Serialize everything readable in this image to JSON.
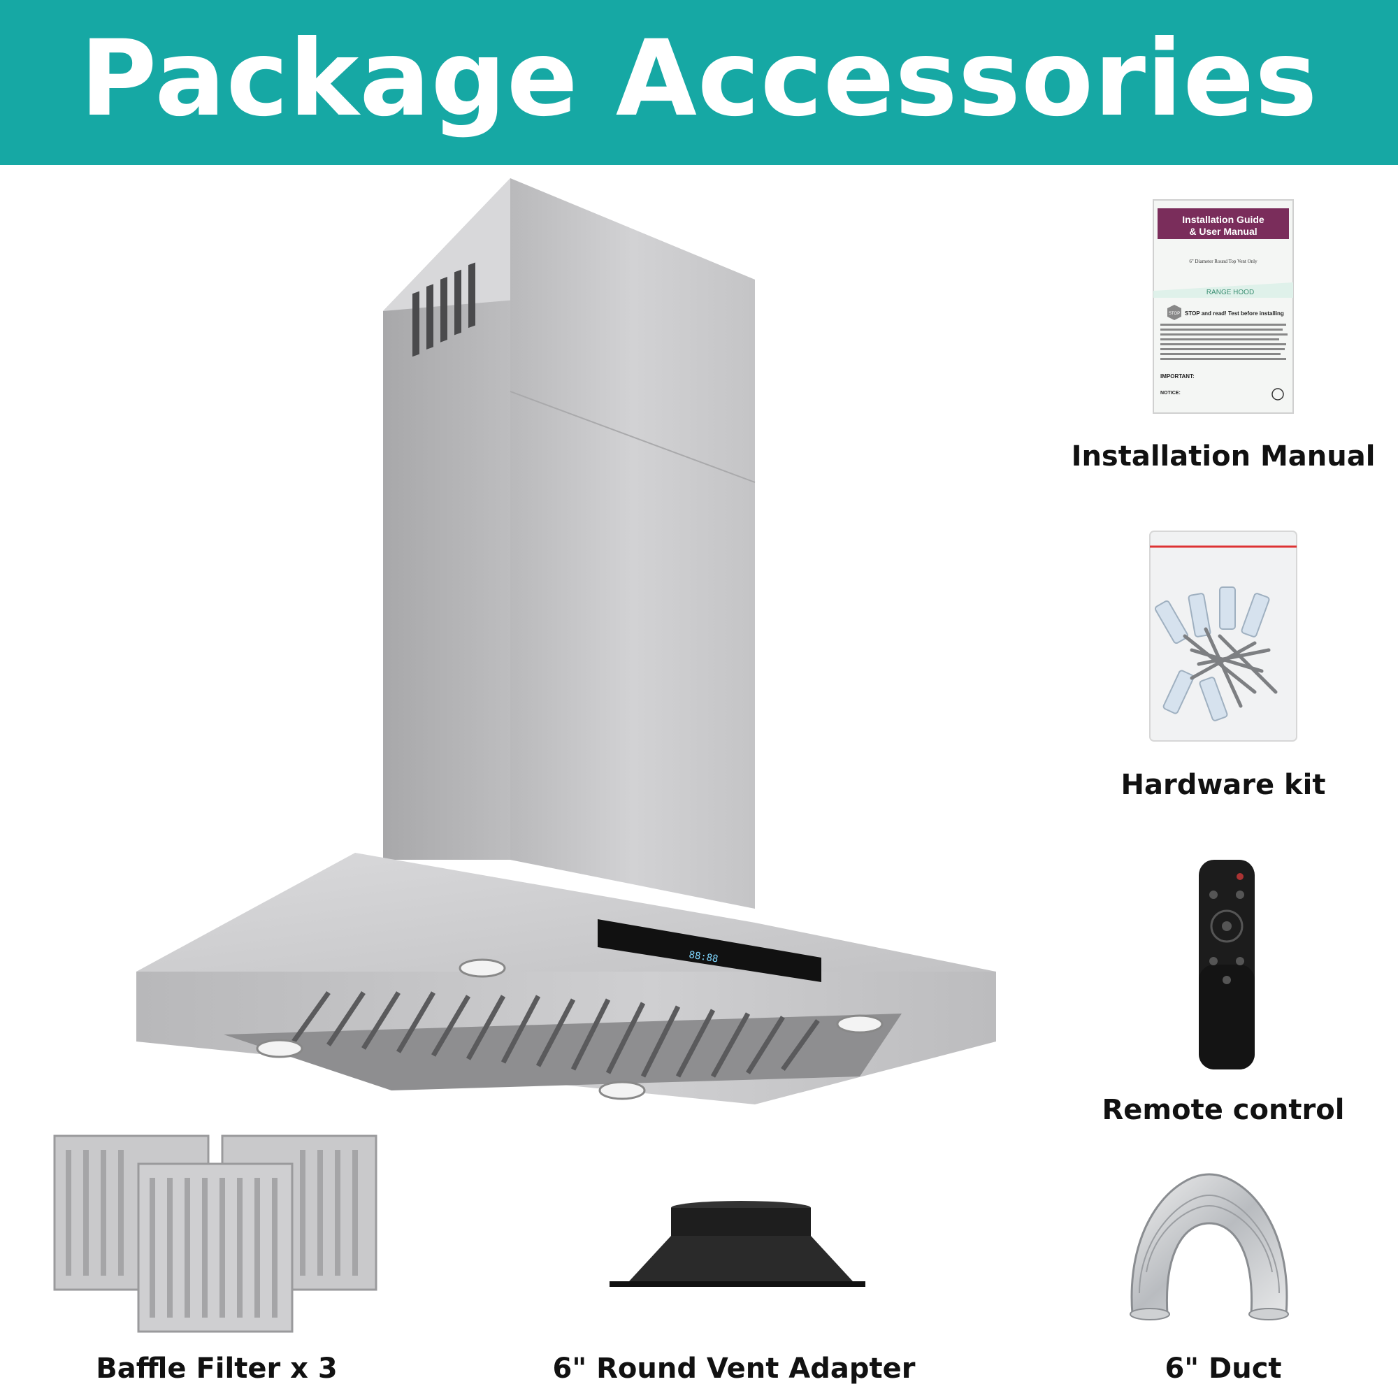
{
  "header": {
    "title": "Package Accessories"
  },
  "colors": {
    "banner": "#16a8a4",
    "title_text": "#ffffff",
    "label_text": "#111111",
    "steel": "#c8c8ca",
    "dark_part": "#1e1e1e"
  },
  "items": {
    "installation_manual": {
      "label": "Installation Manual"
    },
    "hardware_kit": {
      "label": "Hardware kit"
    },
    "remote_control": {
      "label": "Remote control"
    },
    "baffle_filter": {
      "label": "Baffle Filter x 3"
    },
    "vent_adapter": {
      "label": "6\" Round Vent Adapter"
    },
    "duct": {
      "label": "6\" Duct"
    }
  },
  "manual_cover": {
    "title_line1": "Installation Guide",
    "title_line2": "& User Manual",
    "subtitle": "6\" Diameter Round Top Vent Only",
    "category": "RANGE HOOD",
    "stop_label": "STOP",
    "stop_heading": "STOP and read! Test before installing",
    "important": "IMPORTANT:",
    "notice": "NOTICE:"
  },
  "display": {
    "readout": "88:88"
  },
  "icons": [
    "range-hood-illustration",
    "manual-booklet-icon",
    "hardware-bag-icon",
    "remote-control-icon",
    "baffle-filter-icon",
    "vent-adapter-icon",
    "flexible-duct-icon"
  ]
}
